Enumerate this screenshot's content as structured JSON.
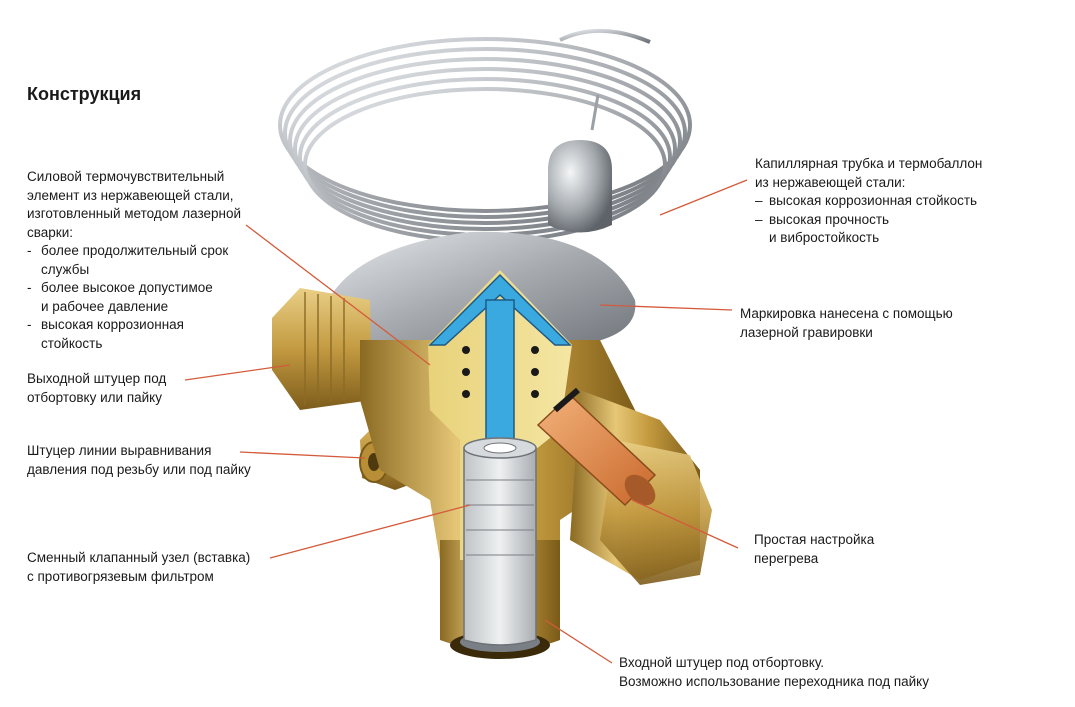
{
  "title": "Конструкция",
  "colors": {
    "leader_line": "#d35b3b",
    "text": "#1a1a1a",
    "brass": "#c9a24c",
    "steel": "#a9adb2",
    "diaphragm_blue": "#3aa9e0",
    "insert_orange": "#e08a4a"
  },
  "callouts": {
    "element": {
      "lines": [
        "Силовой термочувствительный",
        "элемент из нержавеющей стали,",
        "изготовленный методом лазерной",
        "сварки:"
      ],
      "marker": "-",
      "bullets": [
        [
          "более продолжительный срок",
          "службы"
        ],
        [
          "более высокое допустимое",
          "и рабочее давление"
        ],
        [
          "высокая коррозионная",
          "стойкость"
        ]
      ]
    },
    "outlet": {
      "lines": [
        "Выходной штуцер под",
        "отбортовку или пайку"
      ]
    },
    "equalizer": {
      "lines": [
        "Штуцер линии выравнивания",
        "давления под резьбу или под пайку"
      ]
    },
    "insert": {
      "lines": [
        "Сменный клапанный узел (вставка)",
        "с противогрязевым фильтром"
      ]
    },
    "capillary": {
      "lines": [
        "Капиллярная трубка и термобаллон",
        "из нержавеющей стали:"
      ],
      "marker": "–",
      "bullets": [
        [
          "высокая коррозионная стойкость"
        ],
        [
          "высокая прочность",
          "и вибростойкость"
        ]
      ]
    },
    "marking": {
      "lines": [
        "Маркировка нанесена с помощью",
        "лазерной гравировки"
      ]
    },
    "superheat": {
      "lines": [
        "Простая настройка",
        "перегрева"
      ]
    },
    "inlet": {
      "lines": [
        "Входной штуцер под отбортовку.",
        "Возможно использование переходника под пайку"
      ]
    }
  }
}
